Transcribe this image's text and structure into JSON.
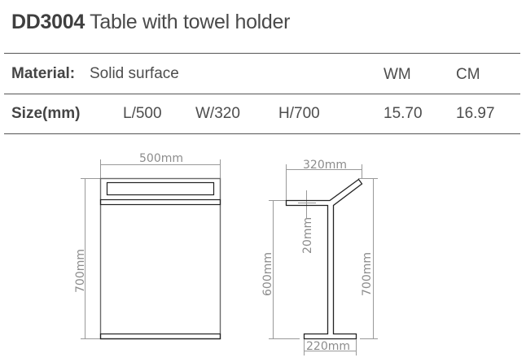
{
  "header": {
    "code": "DD3004",
    "name": "Table with towel holder"
  },
  "spec_table": {
    "material_label": "Material:",
    "material_value": "Solid surface",
    "col_wm": "WM",
    "col_cm": "CM",
    "size_label": "Size(mm)",
    "length": "L/500",
    "width": "W/320",
    "height": "H/700",
    "wm_value": "15.70",
    "cm_value": "16.97"
  },
  "drawings": {
    "front": {
      "width_dim": "500mm",
      "height_dim": "700mm"
    },
    "side": {
      "width_dim": "320mm",
      "arm_thickness_dim": "20mm",
      "arm_height_dim": "600mm",
      "height_dim": "700mm",
      "base_dim": "220mm"
    }
  }
}
